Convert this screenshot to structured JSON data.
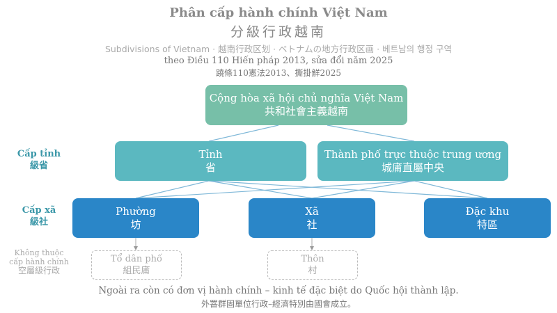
{
  "header": {
    "title": "Phân cấp hành chính Việt Nam",
    "title_han": "分級行政越南",
    "subtitle": "Subdivisions of Vietnam · 越南行政区划 · ベトナムの地方行政区画 · 베트남의 행정 구역",
    "basis": "theo Điều 110 Hiến pháp 2013, sửa đổi năm 2025",
    "basis_han": "蹺條110憲法2013、撕掛觧2025"
  },
  "levels": {
    "province": {
      "label": "Cấp tỉnh",
      "han": "級省"
    },
    "commune": {
      "label": "Cấp xã",
      "han": "級社"
    },
    "none": {
      "label": "Không thuộc cấp hành chính",
      "han": "空屬級行政"
    }
  },
  "root": {
    "label": "Cộng hòa xã hội chủ nghĩa Việt Nam",
    "han": "共和社會主義越南"
  },
  "provinces": [
    {
      "label": "Tỉnh",
      "han": "省"
    },
    {
      "label": "Thành phố trực thuộc trung ương",
      "han": "城庯直屬中央"
    }
  ],
  "communes": [
    {
      "label": "Phường",
      "han": "坊"
    },
    {
      "label": "Xã",
      "han": "社"
    },
    {
      "label": "Đặc khu",
      "han": "特區"
    }
  ],
  "non_admin": [
    {
      "label": "Tổ dân phố",
      "han": "組民庯"
    },
    {
      "label": "Thôn",
      "han": "村"
    }
  ],
  "footer": {
    "note": "Ngoài ra còn có đơn vị hành chính – kinh tế đặc biệt do Quốc hội thành lập.",
    "note_han": "外罯群固單位行政–經濟特別由國會成立。"
  },
  "colors": {
    "root": "#77bfa8",
    "province": "#5bb8c0",
    "commune": "#2a86c8",
    "connector": "#7fb8d8"
  }
}
